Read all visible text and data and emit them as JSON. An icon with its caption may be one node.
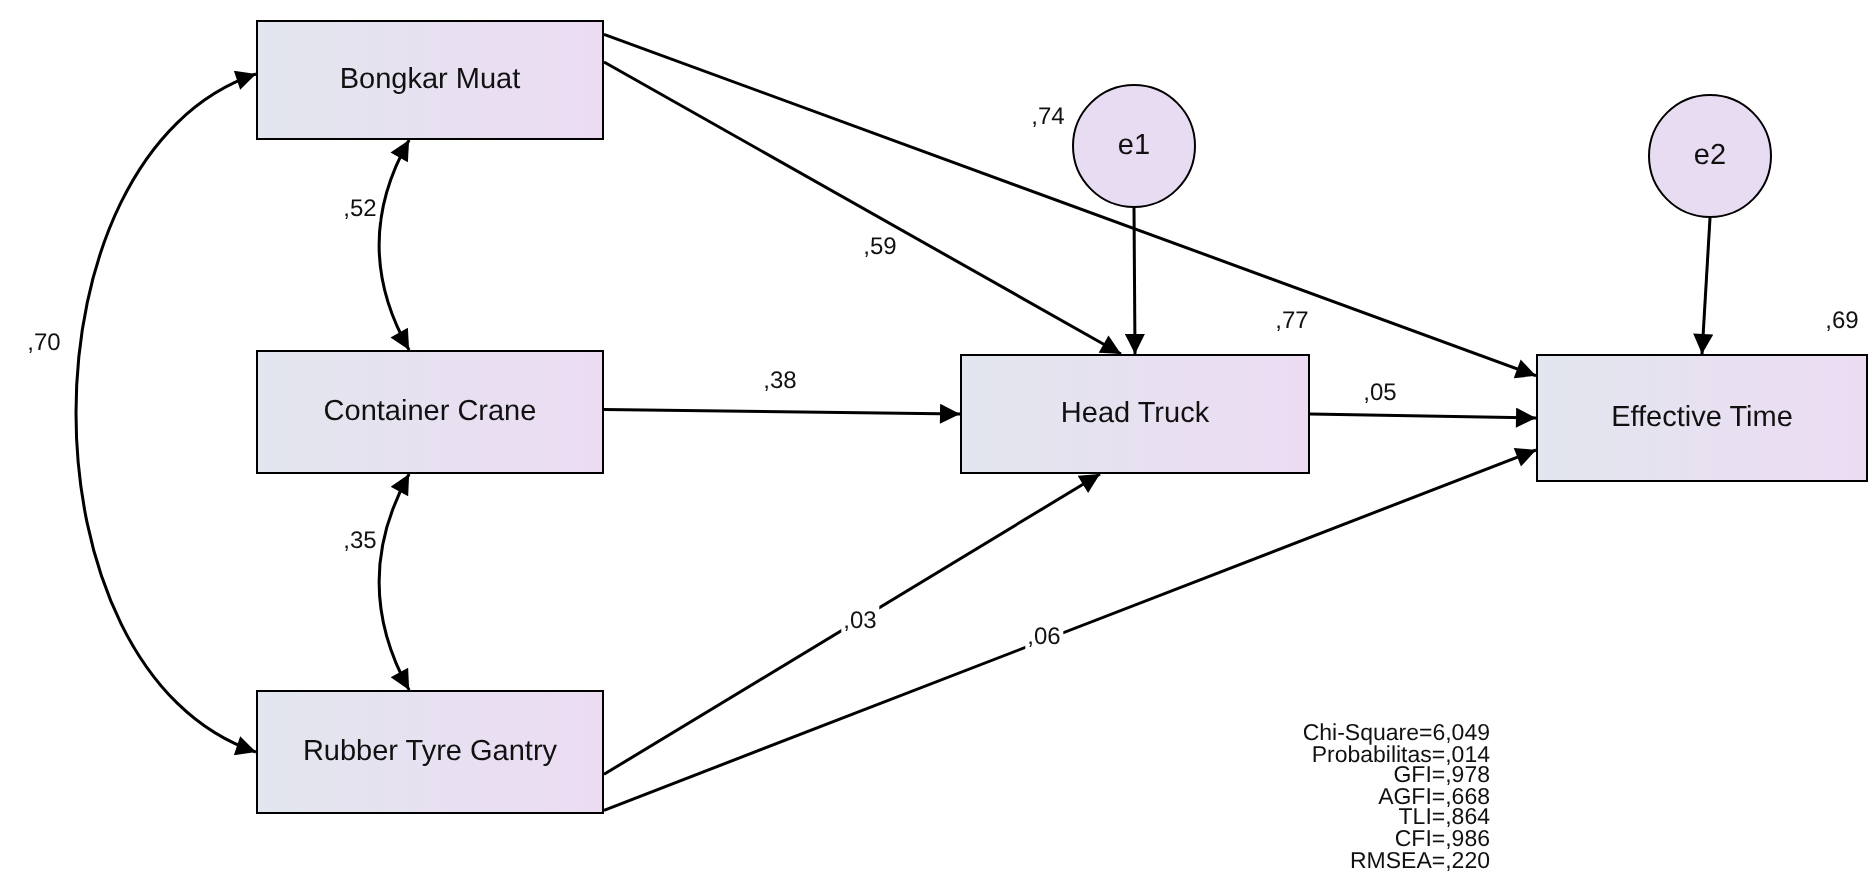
{
  "diagram": {
    "nodes": [
      {
        "text": [
          "Bongkar Muat"
        ]
      },
      {
        "text": [
          "Container Crane"
        ]
      },
      {
        "text": [
          "Rubber Tyre Gantry"
        ]
      },
      {
        "text": [
          "Head Truck"
        ],
        "beside": [
          ",77"
        ]
      },
      {
        "text": [
          "Effective Time"
        ],
        "beside": [
          ",69"
        ]
      },
      {
        "text": [
          "e1"
        ],
        "beside": [
          ",74"
        ]
      },
      {
        "text": [
          "e2"
        ]
      }
    ],
    "edges": [
      {
        "from": 0,
        "to": 3,
        "arrow": "to",
        "label": ",59"
      },
      {
        "from": 0,
        "to": 4,
        "arrow": "to"
      },
      {
        "from": 1,
        "to": 3,
        "arrow": "to",
        "label": ",38"
      },
      {
        "from": 2,
        "to": 3,
        "arrow": "to",
        "label": ",03"
      },
      {
        "from": 2,
        "to": 4,
        "arrow": "to",
        "label": ",06"
      },
      {
        "from": 3,
        "to": 4,
        "arrow": "to",
        "label": ",05"
      },
      {
        "from": 5,
        "to": 3,
        "arrow": "to"
      },
      {
        "from": 6,
        "to": 4,
        "arrow": "to"
      },
      {
        "from": 0,
        "to": 1,
        "arrow": "both",
        "label": ",52"
      },
      {
        "from": 1,
        "to": 2,
        "arrow": "both",
        "label": ",35"
      },
      {
        "from": 0,
        "to": 2,
        "arrow": "both",
        "label": ",70"
      }
    ],
    "labels": [
      "Chi-Square=6,049",
      "Probabilitas=,014",
      "GFI=,978",
      "AGFI=,668",
      "TLI=,864",
      "CFI=,986",
      "RMSEA=,220"
    ]
  }
}
